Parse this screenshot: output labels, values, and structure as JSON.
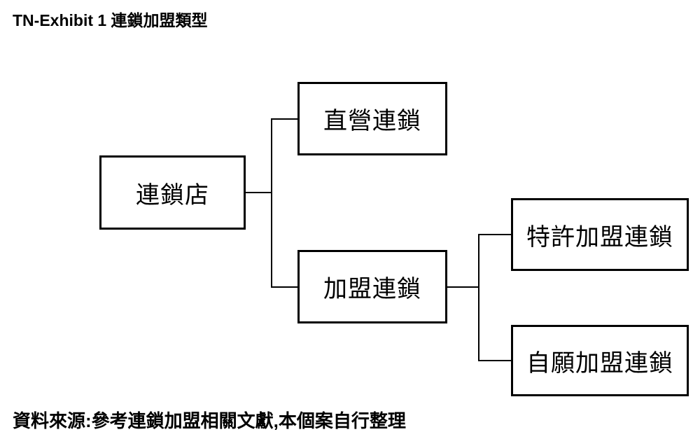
{
  "title": "TN-Exhibit 1 連鎖加盟類型",
  "source_note": "資料來源:參考連鎖加盟相關文獻,本個案自行整理",
  "colors": {
    "background": "#ffffff",
    "line": "#000000",
    "text": "#000000"
  },
  "diagram": {
    "type": "tree",
    "direction": "left-to-right",
    "nodes": [
      {
        "id": "chain-store",
        "label": "連鎖店",
        "level": 0
      },
      {
        "id": "direct-chain",
        "label": "直營連鎖",
        "level": 1
      },
      {
        "id": "franchise-chain",
        "label": "加盟連鎖",
        "level": 1
      },
      {
        "id": "licensed-franchise-chain",
        "label": "特許加盟連鎖",
        "level": 2
      },
      {
        "id": "voluntary-franchise-chain",
        "label": "自願加盟連鎖",
        "level": 2
      }
    ],
    "edges": [
      {
        "from": "chain-store",
        "to": "direct-chain"
      },
      {
        "from": "chain-store",
        "to": "franchise-chain"
      },
      {
        "from": "franchise-chain",
        "to": "licensed-franchise-chain"
      },
      {
        "from": "franchise-chain",
        "to": "voluntary-franchise-chain"
      }
    ]
  }
}
